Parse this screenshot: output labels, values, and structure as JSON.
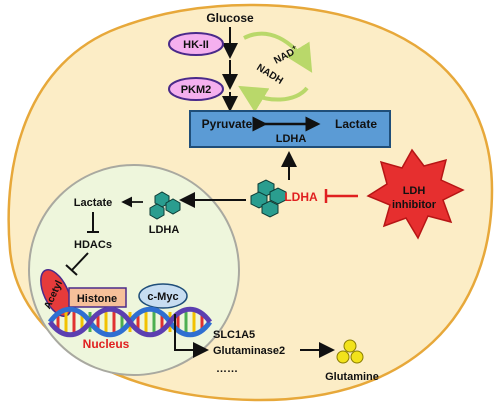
{
  "labels": {
    "glucose": "Glucose",
    "hk2": "HK-II",
    "pkm2": "PKM2",
    "nad_plus": "NAD",
    "nad_plus_sup": "+",
    "nadh": "NADH",
    "pyruvate": "Pyruvate",
    "lactate_top": "Lactate",
    "ldha_box": "LDHA",
    "ldha_red": "LDHA",
    "ldh_inhibitor_line1": "LDH",
    "ldh_inhibitor_line2": "inhibitor",
    "ldha_nucleus": "LDHA",
    "lactate_nucleus": "Lactate",
    "hdacs": "HDACs",
    "acetyl": "Acetyl",
    "histone": "Histone",
    "cmyc": "c-Myc",
    "nucleus": "Nucleus",
    "slc1a5": "SLC1A5",
    "glutaminase2": "Glutaminase2",
    "ellipsis": "……",
    "glutamine": "Glutamine"
  },
  "colors": {
    "cell_fill": "#fcedc6",
    "cell_border": "#e7a83a",
    "nucleus_fill": "#eef6dc",
    "nucleus_border": "#a9a9a0",
    "enzyme_fill": "#f5b0ef",
    "enzyme_border": "#4a2a8a",
    "box_fill": "#5b9bd5",
    "box_border": "#1f4e79",
    "ldha_hex": "#2a9d8f",
    "inhibitor_star": "#e62f2f",
    "inhibit_red": "#e02020",
    "acetyl_fill": "#e63b3b",
    "histone_fill": "#f6c09a",
    "cmyc_fill": "#c7ddf1",
    "nucleus_text": "#e02020",
    "glutamine_ball": "#f2e21b",
    "nad_arrow": "#b9d86a"
  }
}
